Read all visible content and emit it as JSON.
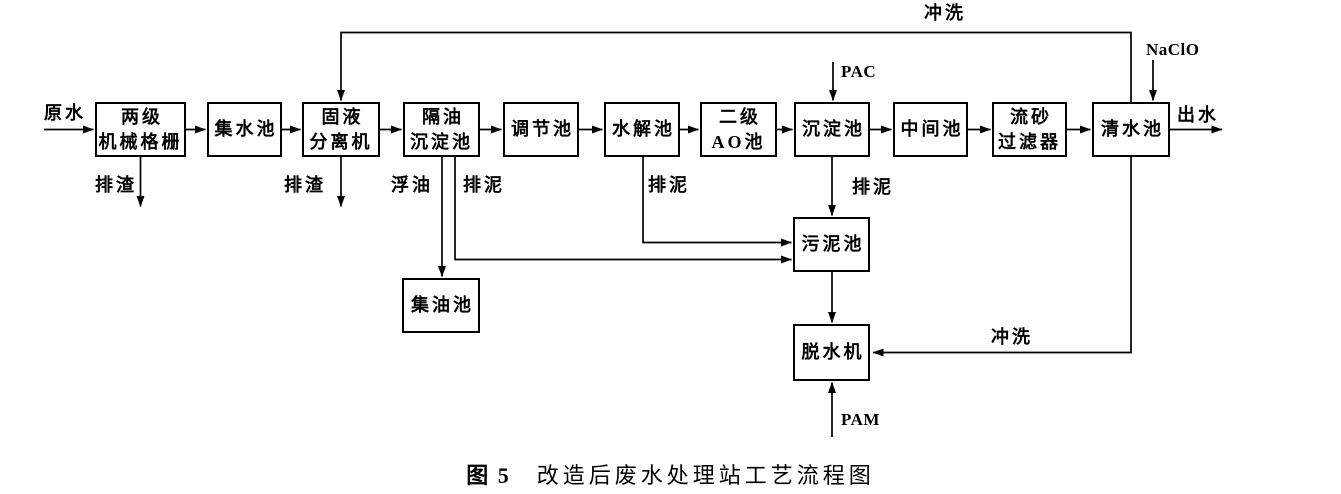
{
  "diagram": {
    "nodes": {
      "grille": "两级\n机械格栅",
      "collect": "集水池",
      "separator": "固液\n分离机",
      "oil_sed": "隔油\n沉淀池",
      "regulate": "调节池",
      "hydrolysis": "水解池",
      "ao": "二级\nAO池",
      "sediment": "沉淀池",
      "middle": "中间池",
      "sand_filter": "流砂\n过滤器",
      "clear": "清水池",
      "oil_collect": "集油池",
      "sludge": "污泥池",
      "dewater": "脱水机"
    },
    "streams": {
      "raw_water": "原水",
      "effluent": "出水",
      "slag_grille": "排渣",
      "slag_separator": "排渣",
      "floating_oil": "浮油",
      "sludge_oil_sed": "排泥",
      "sludge_hydrolysis": "排泥",
      "sludge_sediment": "排泥",
      "flush_top": "冲洗",
      "flush_dewater": "冲洗"
    },
    "chemicals": {
      "pac": "PAC",
      "naclo": "NaClO",
      "pam": "PAM"
    },
    "line_color": "#000000",
    "background": "#ffffff"
  },
  "caption": {
    "number": "图 5",
    "title": "改造后废水处理站工艺流程图"
  }
}
